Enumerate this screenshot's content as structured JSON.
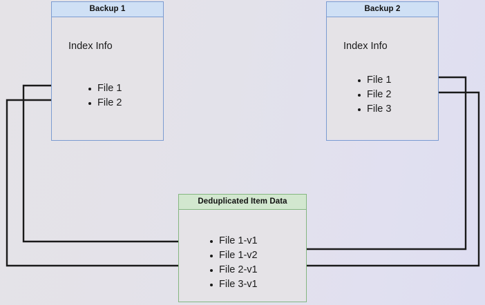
{
  "diagram": {
    "title_hidden": "",
    "colors": {
      "backup_border": "#7b9bd1",
      "backup_header_fill": "#cfe0f5",
      "dedup_border": "#84b680",
      "dedup_header_fill": "#d2e7cf",
      "body_fill": "#e5e3e7",
      "wire": "#1a1a1a",
      "page_bg_left": "#e5e3e7",
      "page_bg_right": "#dedef1"
    },
    "nodes": [
      {
        "id": "backup1",
        "title": "Backup 1",
        "section_label": "Index Info",
        "files": [
          "File 1",
          "File 2"
        ]
      },
      {
        "id": "backup2",
        "title": "Backup 2",
        "section_label": "Index Info",
        "files": [
          "File 1",
          "File 2",
          "File 3"
        ]
      },
      {
        "id": "dedup",
        "title": "Deduplicated Item Data",
        "section_label": "",
        "files": [
          "File 1-v1",
          "File 1-v2",
          "File 2-v1",
          "File 3-v1"
        ]
      }
    ],
    "connections": [
      {
        "from": "backup1.File 1",
        "to": "dedup.File 1-v1",
        "arrow": "right"
      },
      {
        "from": "backup1.File 2",
        "to": "dedup.File 2-v1",
        "arrow": "right"
      },
      {
        "from": "backup2.File 1",
        "to": "dedup.File 1-v2",
        "arrow": "left"
      },
      {
        "from": "backup2.File 2",
        "to": "dedup.File 2-v1",
        "arrow": "left"
      }
    ]
  }
}
